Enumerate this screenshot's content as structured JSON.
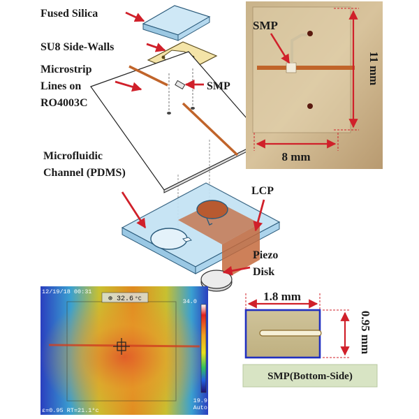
{
  "exploded_view": {
    "labels": {
      "fused_silica": "Fused Silica",
      "su8_line1": "SU8 Side-Walls",
      "microstrip_line1": "Microstrip",
      "microstrip_line2": "Lines on",
      "microstrip_line3": "RO4003C",
      "smp": "SMP",
      "channel_line1": "Microfluidic",
      "channel_line2": "Channel (PDMS)",
      "lcp": "LCP",
      "piezo_line1": "Piezo",
      "piezo_line2": "Disk"
    },
    "colors": {
      "arrow": "#d0202a",
      "pdms": "#c3e2f4",
      "lcp": "#c46a3c",
      "microstrip": "#c0642a"
    }
  },
  "photo": {
    "label": "SMP",
    "width_label": "8 mm",
    "height_label": "11 mm"
  },
  "thermal": {
    "timestamp": "12/19/18 00:31",
    "spot_temp": "32.6",
    "spot_unit": "°C",
    "scale_max": "34.0",
    "scale_min": "19.9",
    "scale_mode": "Auto",
    "footer": "ε=0.95 RT=21.1°c"
  },
  "smp_bottom": {
    "width_label": "1.8 mm",
    "height_label": "0.95 mm",
    "caption": "SMP(Bottom-Side)"
  }
}
